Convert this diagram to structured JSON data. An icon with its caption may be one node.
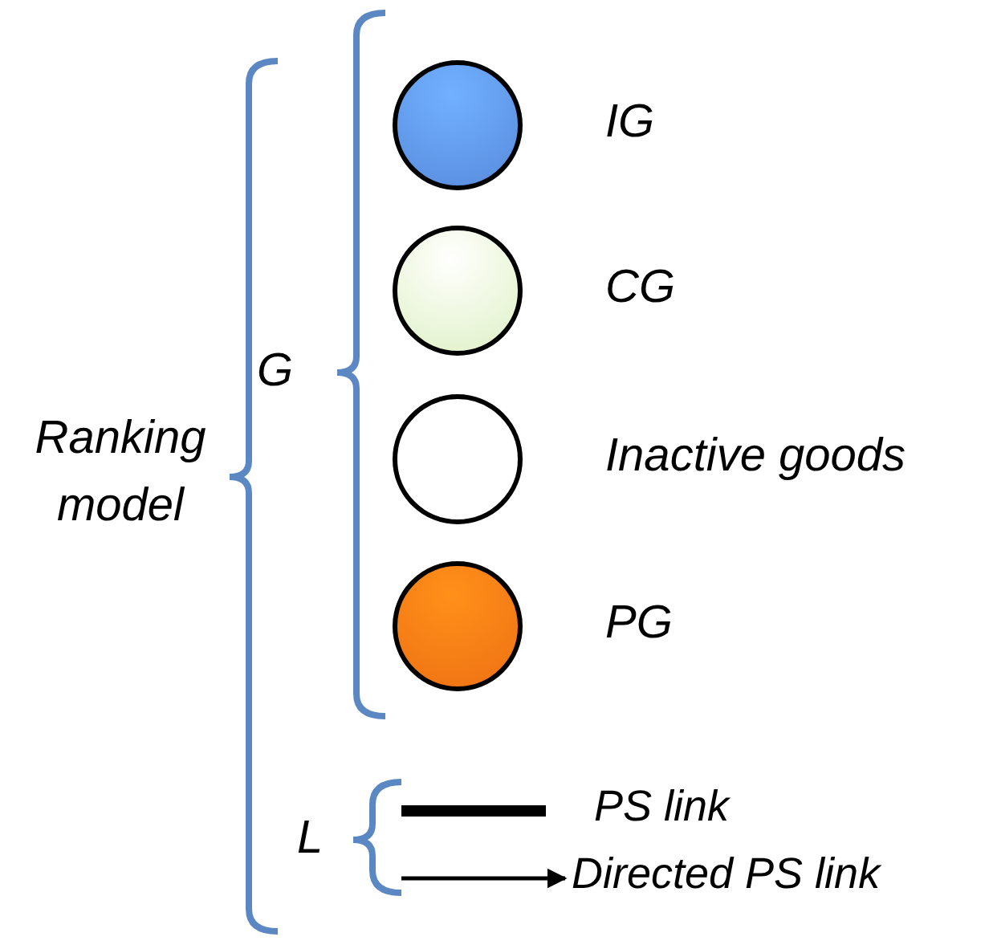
{
  "diagram": {
    "labels": [
      "Ranking model",
      "G",
      "L"
    ],
    "legend": [
      {
        "text": "IG",
        "color": "#5b8fe0"
      },
      {
        "text": "CG",
        "color": "#e2f2cc"
      },
      {
        "text": "Inactive goods",
        "color": "#ffffff"
      },
      {
        "text": "PG",
        "color": "#f07414"
      },
      {
        "text": "PS link"
      },
      {
        "text": "Directed PS link"
      }
    ]
  }
}
